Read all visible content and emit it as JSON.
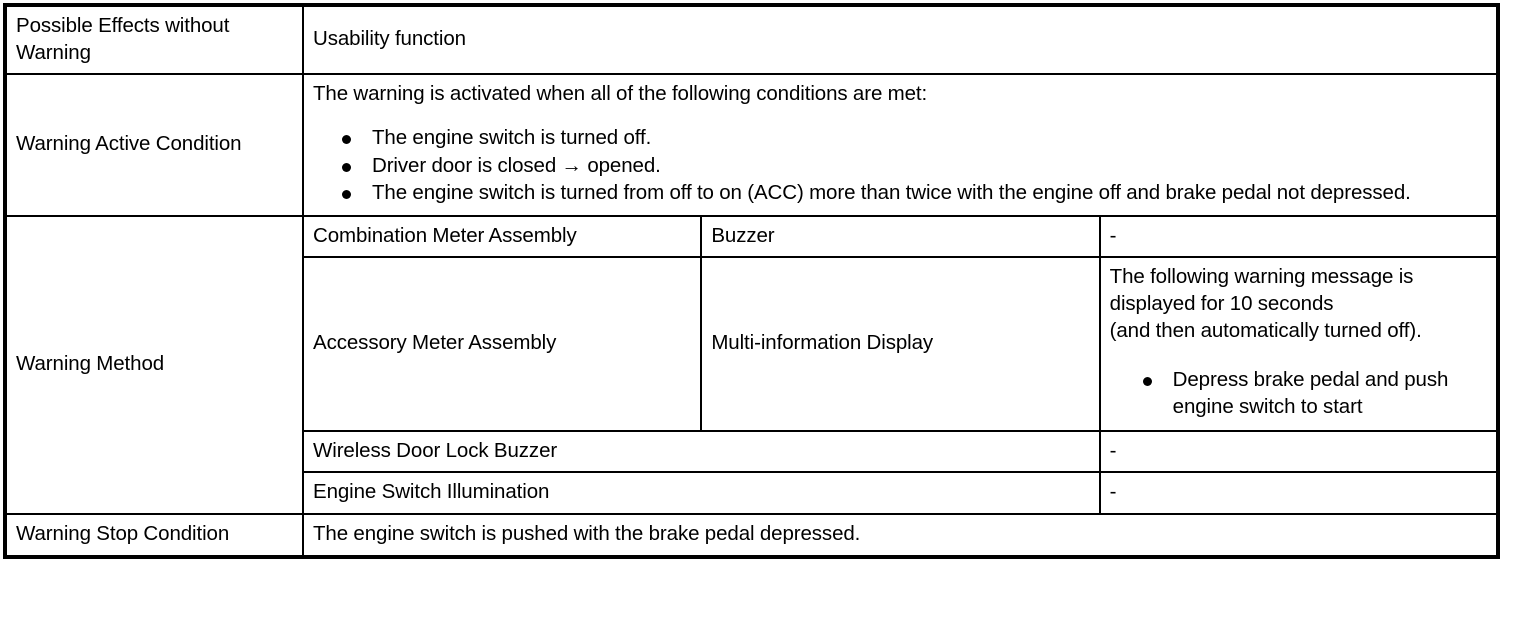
{
  "document": {
    "title": "Warning Specification Table",
    "border_color": "#000000",
    "background_color": "#ffffff",
    "text_color": "#000000"
  },
  "rows": {
    "possible_effects": {
      "label": "Possible Effects without Warning",
      "value": "Usability function"
    },
    "warning_active_condition": {
      "label": "Warning Active Condition",
      "intro": "The warning is activated when all of the following conditions are met:",
      "bullets": [
        "The engine switch is turned off.",
        "Driver door is closed → opened.",
        "The engine switch is turned from off to on (ACC) more than twice with the engine off and brake pedal not depressed."
      ]
    },
    "warning_method": {
      "label": "Warning Method",
      "items": [
        {
          "device": "Combination Meter Assembly",
          "component": "Buzzer",
          "detail": "-"
        },
        {
          "device": "Accessory Meter Assembly",
          "component": "Multi-information Display",
          "detail_line1": "The following warning message is displayed for 10 seconds",
          "detail_line2": "(and then automatically turned off).",
          "detail_bullets": [
            "Depress brake pedal and push engine switch to start"
          ]
        },
        {
          "device": "Wireless Door Lock Buzzer",
          "detail": "-"
        },
        {
          "device": "Engine Switch Illumination",
          "detail": "-"
        }
      ]
    },
    "warning_stop_condition": {
      "label": "Warning Stop Condition",
      "value": "The engine switch is pushed with the brake pedal depressed."
    }
  }
}
